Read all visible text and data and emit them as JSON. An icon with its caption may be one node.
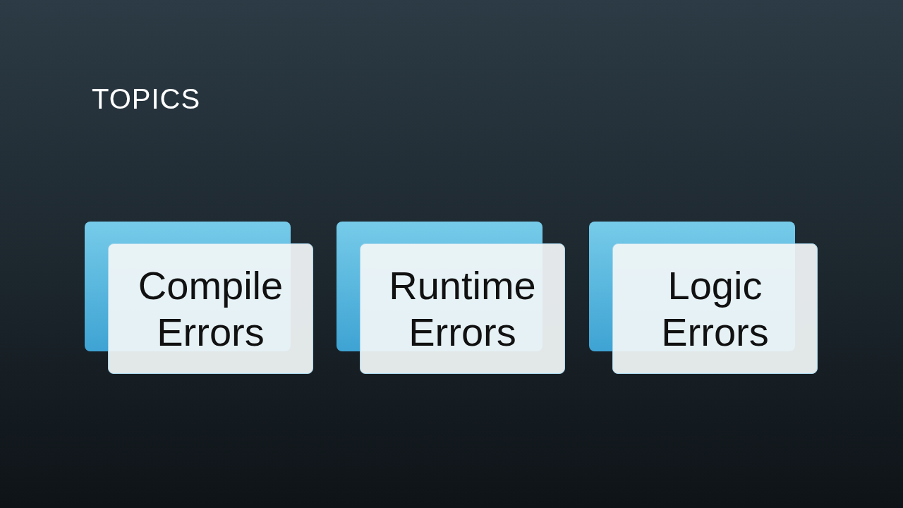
{
  "diagram": {
    "title": "TOPICS",
    "nodes": [
      {
        "text": [
          "Compile Errors"
        ]
      },
      {
        "text": [
          "Runtime Errors"
        ]
      },
      {
        "text": [
          "Logic Errors"
        ]
      }
    ]
  }
}
